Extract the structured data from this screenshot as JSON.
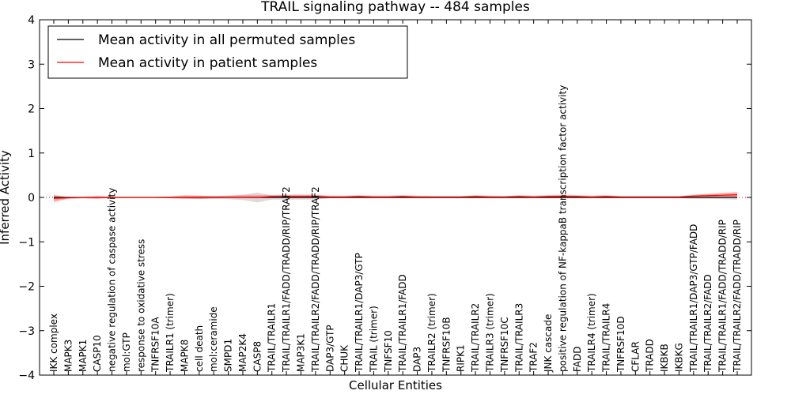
{
  "chart_data": {
    "type": "line",
    "title": "TRAIL signaling pathway -- 484 samples",
    "xlabel": "Cellular Entities",
    "ylabel": "Inferred Activity",
    "ylim": [
      -4,
      4
    ],
    "yticks": [
      -4,
      -3,
      -2,
      -1,
      0,
      1,
      2,
      3,
      4
    ],
    "grid": false,
    "legend_position": "top-left",
    "categories": [
      "IKK complex",
      "MAPK3",
      "MAPK1",
      "CASP10",
      "negative regulation of caspase activity",
      "mol:GTP",
      "response to oxidative stress",
      "TNFRSF10A",
      "TRAILR1 (trimer)",
      "MAPK8",
      "cell death",
      "mol:ceramide",
      "SMPD1",
      "MAP2K4",
      "CASP8",
      "TRAIL/TRAILR1",
      "TRAIL/TRAILR1/FADD/TRADD/RIP/TRAF2",
      "MAP3K1",
      "TRAIL/TRAILR2/FADD/TRADD/RIP/TRAF2",
      "DAP3/GTP",
      "CHUK",
      "TRAIL/TRAILR1/DAP3/GTP",
      "TRAIL (trimer)",
      "TNFSF10",
      "TRAIL/TRAILR1/FADD",
      "DAP3",
      "TRAILR2 (trimer)",
      "TNFRSF10B",
      "RIPK1",
      "TRAIL/TRAILR2",
      "TRAILR3 (trimer)",
      "TNFRSF10C",
      "TRAIL/TRAILR3",
      "TRAF2",
      "JNK cascade",
      "positive regulation of NF-kappaB transcription factor activity",
      "FADD",
      "TRAILR4 (trimer)",
      "TRAIL/TRAILR4",
      "TNFRSF10D",
      "CFLAR",
      "TRADD",
      "IKBKB",
      "IKBKG",
      "TRAIL/TRAILR1/DAP3/GTP/FADD",
      "TRAIL/TRAILR2/FADD",
      "TRAIL/TRAILR1/FADD/TRADD/RIP",
      "TRAIL/TRAILR2/FADD/TRADD/RIP"
    ],
    "series": [
      {
        "name": "Mean activity in all permuted samples",
        "color": "#000000",
        "values": [
          0,
          0,
          0,
          0,
          0,
          0,
          0,
          0,
          0,
          0,
          0,
          0,
          0,
          0,
          0,
          0,
          0,
          0,
          0,
          0,
          0,
          0,
          0,
          0,
          0,
          0,
          0,
          0,
          0,
          0,
          0,
          0,
          0,
          0,
          0,
          0,
          0,
          0,
          0,
          0,
          0,
          0,
          0,
          0,
          0,
          0,
          0,
          0
        ],
        "band_upper": [
          0.06,
          0.01,
          0.01,
          0.01,
          0.01,
          0.01,
          0.01,
          0.01,
          0.01,
          0.02,
          0.04,
          0.03,
          0.04,
          0.06,
          0.11,
          0.05,
          0.05,
          0.05,
          0.05,
          0.02,
          0.02,
          0.02,
          0.02,
          0.02,
          0.02,
          0.02,
          0.02,
          0.02,
          0.02,
          0.02,
          0.02,
          0.02,
          0.02,
          0.02,
          0.02,
          0.02,
          0.02,
          0.02,
          0.02,
          0.02,
          0.02,
          0.02,
          0.02,
          0.02,
          0.03,
          0.03,
          0.04,
          0.05
        ],
        "band_lower": [
          -0.06,
          -0.01,
          -0.01,
          -0.01,
          -0.01,
          -0.01,
          -0.01,
          -0.01,
          -0.01,
          -0.02,
          -0.04,
          -0.03,
          -0.04,
          -0.06,
          -0.11,
          -0.05,
          -0.05,
          -0.05,
          -0.05,
          -0.02,
          -0.02,
          -0.02,
          -0.02,
          -0.02,
          -0.02,
          -0.02,
          -0.02,
          -0.02,
          -0.02,
          -0.02,
          -0.02,
          -0.02,
          -0.02,
          -0.02,
          -0.02,
          -0.02,
          -0.02,
          -0.02,
          -0.02,
          -0.02,
          -0.02,
          -0.02,
          -0.02,
          -0.02,
          -0.03,
          -0.03,
          -0.04,
          -0.05
        ],
        "band_color": "#b0b0b0"
      },
      {
        "name": "Mean activity in patient samples",
        "color": "#ff0000",
        "values": [
          -0.02,
          -0.01,
          0,
          0,
          0,
          0,
          0,
          0,
          0,
          0,
          0,
          0,
          0,
          0,
          0,
          0.02,
          0.02,
          0.02,
          0.02,
          0.01,
          0.01,
          0.02,
          0.01,
          0.01,
          0.02,
          0.01,
          0.01,
          0.01,
          0.01,
          0.02,
          0.01,
          0.01,
          0.02,
          0.01,
          0.02,
          0.02,
          0.02,
          0.01,
          0.02,
          0.01,
          0.01,
          0.01,
          0.01,
          0.01,
          0.03,
          0.04,
          0.05,
          0.06
        ],
        "band_upper": [
          0.05,
          0.0,
          0.01,
          0.03,
          0.01,
          0.01,
          0.01,
          0.01,
          0.02,
          0.05,
          0.04,
          0.03,
          0.04,
          0.05,
          0.05,
          0.05,
          0.06,
          0.06,
          0.06,
          0.04,
          0.04,
          0.05,
          0.04,
          0.04,
          0.05,
          0.04,
          0.03,
          0.03,
          0.03,
          0.05,
          0.04,
          0.03,
          0.05,
          0.04,
          0.05,
          0.06,
          0.05,
          0.04,
          0.05,
          0.03,
          0.03,
          0.03,
          0.03,
          0.03,
          0.06,
          0.08,
          0.1,
          0.12
        ],
        "band_lower": [
          -0.1,
          -0.03,
          -0.02,
          -0.03,
          -0.01,
          -0.01,
          -0.01,
          -0.01,
          -0.02,
          -0.03,
          -0.03,
          -0.02,
          -0.01,
          -0.01,
          -0.02,
          -0.01,
          -0.01,
          -0.01,
          -0.01,
          -0.01,
          -0.01,
          -0.01,
          -0.01,
          -0.01,
          -0.01,
          -0.01,
          -0.01,
          -0.01,
          -0.01,
          -0.01,
          -0.01,
          -0.01,
          -0.01,
          -0.01,
          -0.01,
          -0.01,
          -0.01,
          -0.01,
          -0.01,
          -0.01,
          -0.01,
          -0.01,
          -0.01,
          -0.01,
          0.0,
          0.0,
          0.0,
          0.0
        ],
        "band_color": "#ff6666"
      }
    ],
    "reference_line": {
      "y": 0,
      "style": "dotted",
      "color": "#ff0000"
    }
  }
}
